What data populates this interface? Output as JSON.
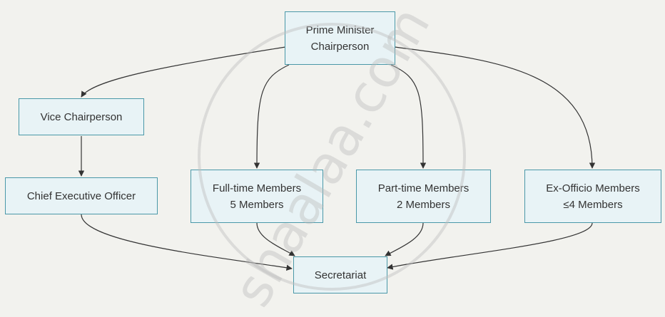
{
  "diagram": {
    "nodes": {
      "pm": {
        "line1": "Prime Minister",
        "line2": "Chairperson"
      },
      "vice": {
        "line1": "Vice Chairperson"
      },
      "ceo": {
        "line1": "Chief Executive Officer"
      },
      "fulltime": {
        "line1": "Full-time Members",
        "line2": "5 Members"
      },
      "parttime": {
        "line1": "Part-time Members",
        "line2": "2 Members"
      },
      "exofficio": {
        "line1": "Ex-Officio Members",
        "line2": "≤4 Members"
      },
      "secretariat": {
        "line1": "Secretariat"
      }
    }
  },
  "watermark": {
    "text": "shaalaa.com"
  },
  "colors": {
    "background": "#f2f2ee",
    "node_fill": "#e8f3f6",
    "node_border": "#4a98a8",
    "edge": "#333333"
  }
}
